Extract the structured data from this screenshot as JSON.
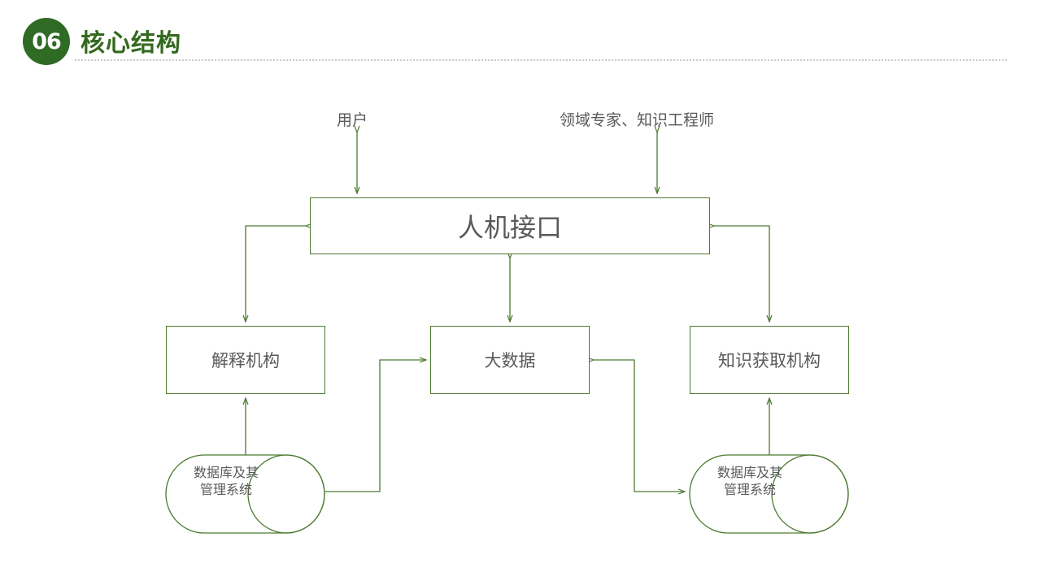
{
  "header": {
    "badge_number": "06",
    "title": "核心结构",
    "divider_color": "#c9c9c9",
    "accent_color": "#2f6b25",
    "title_color": "#33691e"
  },
  "diagram": {
    "stroke_color": "#4c7a31",
    "text_color": "#5a5a5a",
    "actors": [
      {
        "id": "user",
        "label": "用户"
      },
      {
        "id": "expert",
        "label": "领域专家、知识工程师"
      }
    ],
    "nodes": [
      {
        "id": "hmi",
        "label": "人机接口",
        "shape": "rect"
      },
      {
        "id": "explain",
        "label": "解释机构",
        "shape": "rect"
      },
      {
        "id": "bigdata",
        "label": "大数据",
        "shape": "rect"
      },
      {
        "id": "knowledge",
        "label": "知识获取机构",
        "shape": "rect"
      }
    ],
    "cylinders": [
      {
        "id": "db-left",
        "line1": "数据库及其",
        "line2": "管理系统",
        "shape": "cylinder"
      },
      {
        "id": "db-right",
        "line1": "数据库及其",
        "line2": "管理系统",
        "shape": "cylinder"
      }
    ],
    "connections": [
      {
        "from": "user",
        "to": "hmi",
        "type": "double-arrow"
      },
      {
        "from": "expert",
        "to": "hmi",
        "type": "double-arrow"
      },
      {
        "from": "hmi",
        "to": "bigdata",
        "type": "double-arrow"
      },
      {
        "from": "hmi",
        "to": "explain",
        "type": "elbow-left-arrow"
      },
      {
        "from": "hmi",
        "to": "knowledge",
        "type": "elbow-right-arrow"
      },
      {
        "from": "db-left",
        "to": "explain",
        "type": "arrow-up"
      },
      {
        "from": "db-left",
        "to": "bigdata",
        "type": "elbow-arrow"
      },
      {
        "from": "db-right",
        "to": "bigdata",
        "type": "elbow-arrow"
      },
      {
        "from": "db-right",
        "to": "knowledge",
        "type": "arrow-up"
      }
    ]
  }
}
